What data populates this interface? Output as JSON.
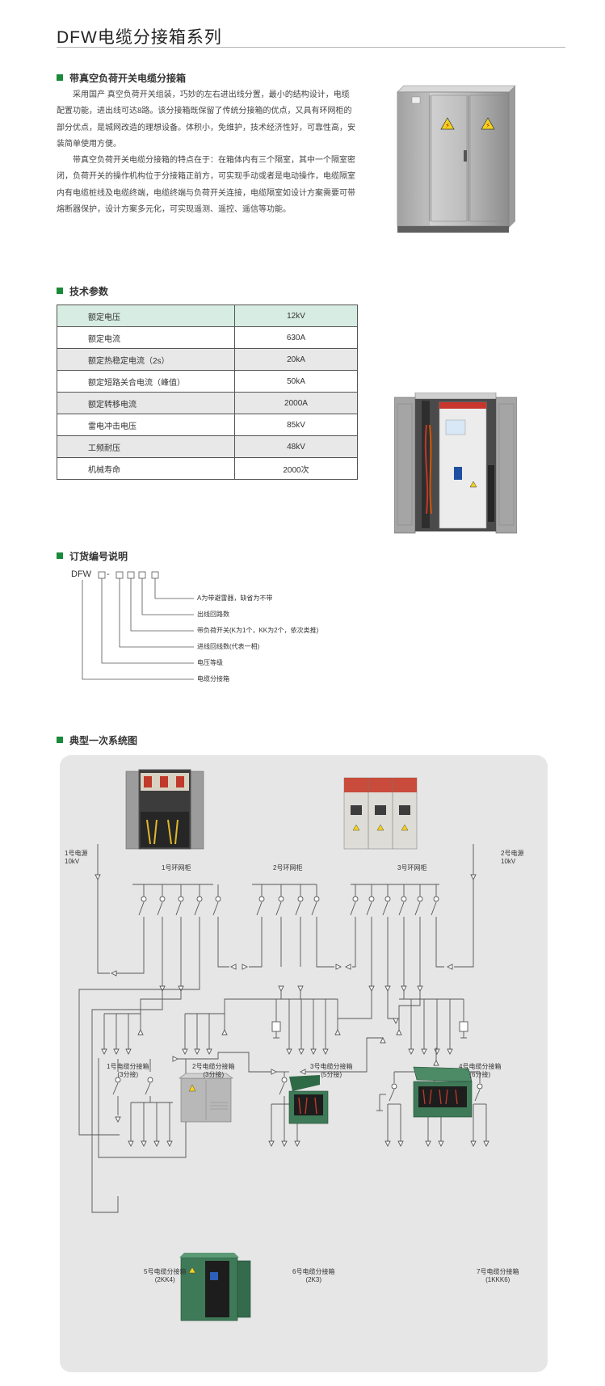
{
  "page_title": "DFW电缆分接箱系列",
  "section1": {
    "heading": "带真空负荷开关电缆分接箱",
    "para1": "采用国产 真空负荷开关组装，巧妙的左右进出线分置，最小的结构设计，电缆配置功能，进出线可达8路。该分接箱既保留了传统分接箱的优点，又具有环网柜的部分优点，是城网改造的理想设备。体积小，免维护，技术经济性好，可靠性高，安装简单使用方便。",
    "para2": "带真空负荷开关电缆分接箱的特点在于：在箱体内有三个隔室，其中一个隔室密闭，负荷开关的操作机构位于分接箱正前方，可实现手动或者是电动操作，电缆隔室内有电缆桩线及电缆终端，电缆终端与负荷开关连接，电缆隔室如设计方案需要可带熔断器保护，设计方案多元化，可实现遥测、遥控、遥信等功能。"
  },
  "section2": {
    "heading": "技术参数",
    "rows": [
      {
        "name": "额定电压",
        "value": "12kV"
      },
      {
        "name": "额定电流",
        "value": "630A"
      },
      {
        "name": "额定热稳定电流（2s）",
        "value": "20kA"
      },
      {
        "name": "额定短路关合电流（峰值）",
        "value": "50kA"
      },
      {
        "name": "额定转移电流",
        "value": "2000A"
      },
      {
        "name": "雷电冲击电压",
        "value": "85kV"
      },
      {
        "name": "工频耐压",
        "value": "48kV"
      },
      {
        "name": "机械寿命",
        "value": "2000次"
      }
    ]
  },
  "section3": {
    "heading": "订货编号说明",
    "code_prefix": "DFW",
    "code_dash": "-",
    "notes": [
      "A为带避雷器，缺省为不带",
      "出线回路数",
      "带负荷开关(K为1个，KK为2个，依次类推)",
      "进线回线数(代表一相)",
      "电压等级",
      "电缆分接箱"
    ]
  },
  "section4": {
    "heading": "典型一次系统图",
    "source1": [
      "1号电源",
      "10kV"
    ],
    "source2": [
      "2号电源",
      "10kV"
    ],
    "ring_units": [
      "1号环网柜",
      "2号环网柜",
      "3号环网柜"
    ],
    "boxes": [
      [
        "1号电缆分接箱",
        "(3分接)"
      ],
      [
        "2号电缆分接箱",
        "(3分接)"
      ],
      [
        "3号电缆分接箱",
        "(5分接)"
      ],
      [
        "4号电缆分接箱",
        "(6分接)"
      ],
      [
        "5号电缆分接箱",
        "(2KK4)"
      ],
      [
        "6号电缆分接箱",
        "(2K3)"
      ],
      [
        "7号电缆分接箱",
        "(1KKK6)"
      ]
    ]
  },
  "colors": {
    "accent_green": "#1a8a3a",
    "table_header_bg": "#d7ece2",
    "row_alt_bg": "#e8e8e8",
    "diagram_bg": "#e6e6e6",
    "cabinet_steel": "#c9c9c9",
    "box_green": "#3f7a58"
  }
}
